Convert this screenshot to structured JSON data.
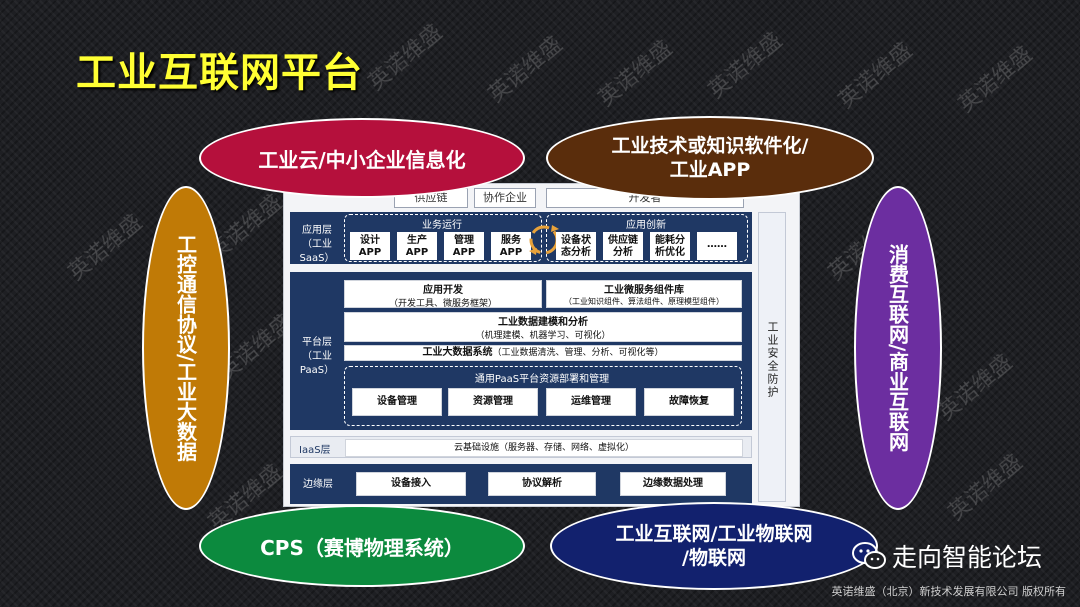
{
  "title": "工业互联网平台",
  "watermark": "英诺维盛",
  "top_tabs": [
    "供应链",
    "协作企业",
    "开发者"
  ],
  "app_layer": {
    "label_line1": "应用层",
    "label_line2": "（工业SaaS）",
    "group1_label": "业务运行",
    "group2_label": "应用创新",
    "apps_group1": [
      [
        "设计",
        "APP"
      ],
      [
        "生产",
        "APP"
      ],
      [
        "管理",
        "APP"
      ],
      [
        "服务",
        "APP"
      ]
    ],
    "apps_group2": [
      [
        "设备状",
        "态分析"
      ],
      [
        "供应链",
        "分析"
      ],
      [
        "能耗分",
        "析优化"
      ],
      [
        "……",
        ""
      ]
    ]
  },
  "platform_layer": {
    "label_line1": "平台层",
    "label_line2": "（工业PaaS）",
    "app_dev_title": "应用开发",
    "app_dev_sub": "（开发工具、微服务框架）",
    "micro_title": "工业微服务组件库",
    "micro_sub": "（工业知识组件、算法组件、原理模型组件）",
    "modeling_title": "工业数据建模和分析",
    "modeling_sub": "（机理建模、机器学习、可视化）",
    "bigdata_title": "工业大数据系统",
    "bigdata_sub": "（工业数据清洗、管理、分析、可视化等）",
    "paas_title": "通用PaaS平台资源部署和管理",
    "paas_items": [
      "设备管理",
      "资源管理",
      "运维管理",
      "故障恢复"
    ]
  },
  "iaas_layer": {
    "label": "IaaS层",
    "content": "云基础设施（服务器、存储、网络、虚拟化）"
  },
  "edge_layer": {
    "label": "边缘层",
    "items": [
      "设备接入",
      "协议解析",
      "边缘数据处理"
    ]
  },
  "security": "工业安全防护",
  "ellipses": {
    "top_left": "工业云/中小企业信息化",
    "top_right_line1": "工业技术或知识软件化/",
    "top_right_line2": "工业APP",
    "left": "工控通信协议/工业大数据",
    "right": "消费互联网/商业互联网",
    "bottom_left": "CPS（赛博物理系统）",
    "bottom_right_line1": "工业互联网/工业物联网",
    "bottom_right_line2": "/物联网"
  },
  "colors": {
    "top_left": "#b5103c",
    "top_right": "#5a2d0c",
    "left": "#c07a06",
    "right": "#6c2ea0",
    "bottom_left": "#0c8a3e",
    "bottom_right": "#12216e",
    "layer": "#1f3864",
    "title": "#ffff33"
  },
  "brand": "走向智能论坛",
  "copyright": "英诺维盛（北京）新技术发展有限公司  版权所有"
}
